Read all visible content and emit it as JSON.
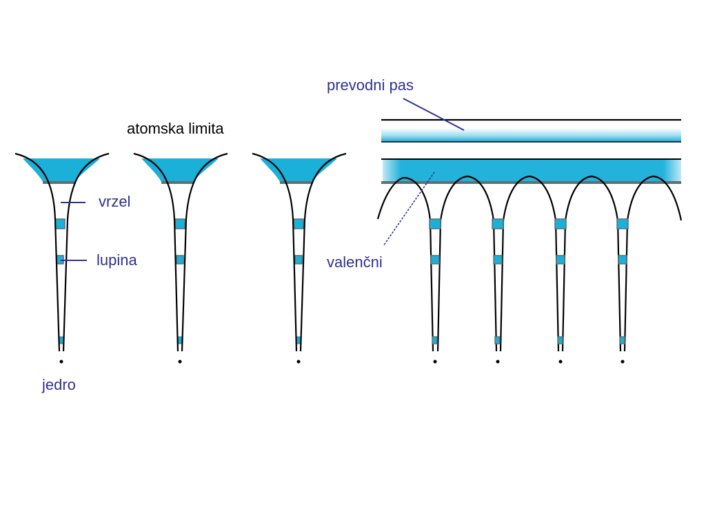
{
  "labels": {
    "atomic_limit": "atomska limita",
    "conduction_band": "prevodni pas",
    "valence": "valenčni",
    "gap": "vrzel",
    "shell": "lupina",
    "nucleus": "jedro"
  },
  "colors": {
    "band_fill": "#1ab0d8",
    "label_blue": "#2e3192",
    "outline": "#000000",
    "band_edge": "#5f6f73"
  }
}
